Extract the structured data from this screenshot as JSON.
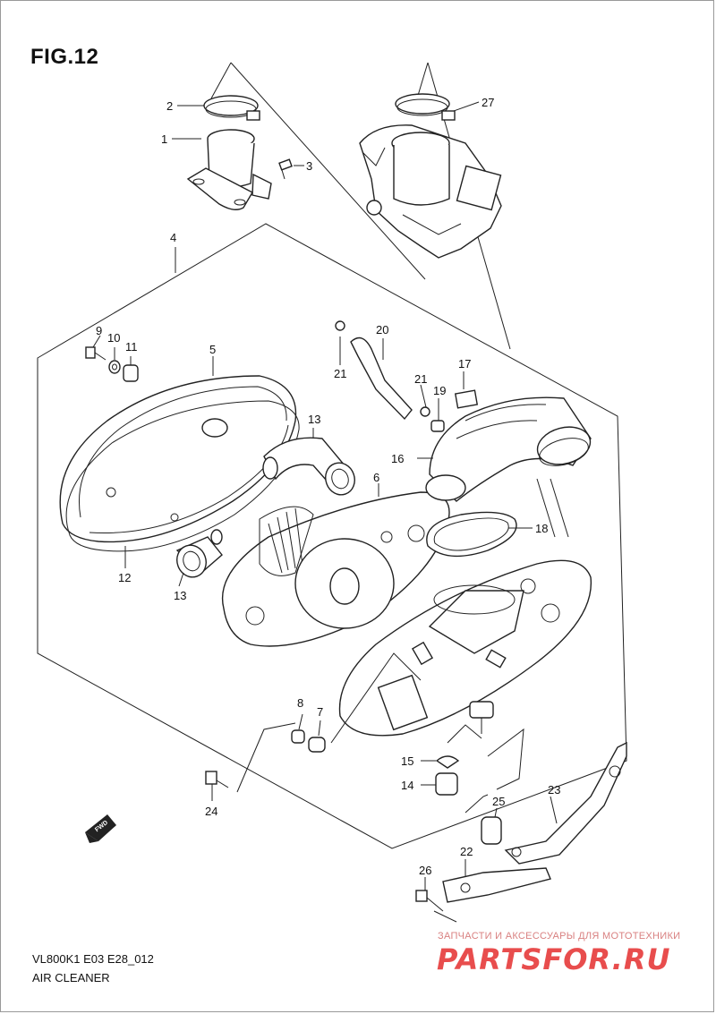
{
  "figure": {
    "title": "FIG.12",
    "code": "VL800K1 E03 E28_012",
    "caption": "AIR CLEANER"
  },
  "watermark": {
    "line1": "ЗАПЧАСТИ И АКСЕССУАРЫ ДЛЯ МОТОТЕХНИКИ",
    "logo": "PARTSFOR.RU",
    "color": "#e63a3a"
  },
  "direction_marker": {
    "label": "FWD"
  },
  "callouts": [
    {
      "id": "c1",
      "text": "1"
    },
    {
      "id": "c2",
      "text": "2"
    },
    {
      "id": "c3",
      "text": "3"
    },
    {
      "id": "c4",
      "text": "4"
    },
    {
      "id": "c5",
      "text": "5"
    },
    {
      "id": "c6",
      "text": "6"
    },
    {
      "id": "c7",
      "text": "7"
    },
    {
      "id": "c8",
      "text": "8"
    },
    {
      "id": "c9",
      "text": "9"
    },
    {
      "id": "c10",
      "text": "10"
    },
    {
      "id": "c11",
      "text": "11"
    },
    {
      "id": "c12",
      "text": "12"
    },
    {
      "id": "c13a",
      "text": "13"
    },
    {
      "id": "c13b",
      "text": "13"
    },
    {
      "id": "c14",
      "text": "14"
    },
    {
      "id": "c15",
      "text": "15"
    },
    {
      "id": "c16",
      "text": "16"
    },
    {
      "id": "c17",
      "text": "17"
    },
    {
      "id": "c18",
      "text": "18"
    },
    {
      "id": "c19",
      "text": "19"
    },
    {
      "id": "c20",
      "text": "20"
    },
    {
      "id": "c21a",
      "text": "21"
    },
    {
      "id": "c21b",
      "text": "21"
    },
    {
      "id": "c22",
      "text": "22"
    },
    {
      "id": "c23",
      "text": "23"
    },
    {
      "id": "c24",
      "text": "24"
    },
    {
      "id": "c25",
      "text": "25"
    },
    {
      "id": "c26",
      "text": "26"
    },
    {
      "id": "c27",
      "text": "27"
    }
  ]
}
